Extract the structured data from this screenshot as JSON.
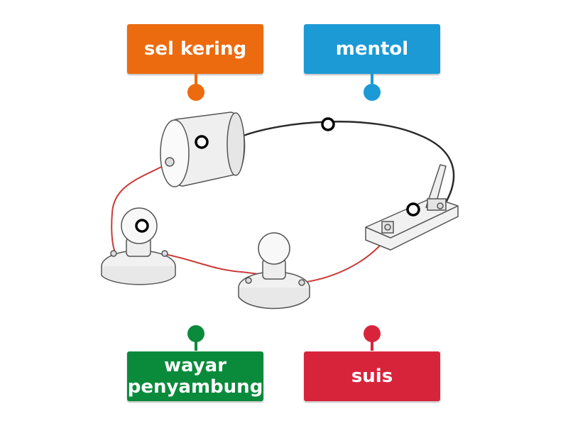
{
  "labels": {
    "sel_kering": {
      "text": "sel kering",
      "color": "#ec6b0f"
    },
    "mentol": {
      "text": "mentol",
      "color": "#1c9ad6"
    },
    "wayar_penyambung": {
      "text": "wayar penyambung",
      "color": "#0a8a3b"
    },
    "suis": {
      "text": "suis",
      "color": "#d8243b"
    }
  },
  "drop_targets": [
    "battery",
    "wire",
    "switch",
    "bulb-left"
  ],
  "colors": {
    "wire_black": "#2a2a2a",
    "wire_red": "#cc3b3b",
    "sketch": "#555555"
  }
}
